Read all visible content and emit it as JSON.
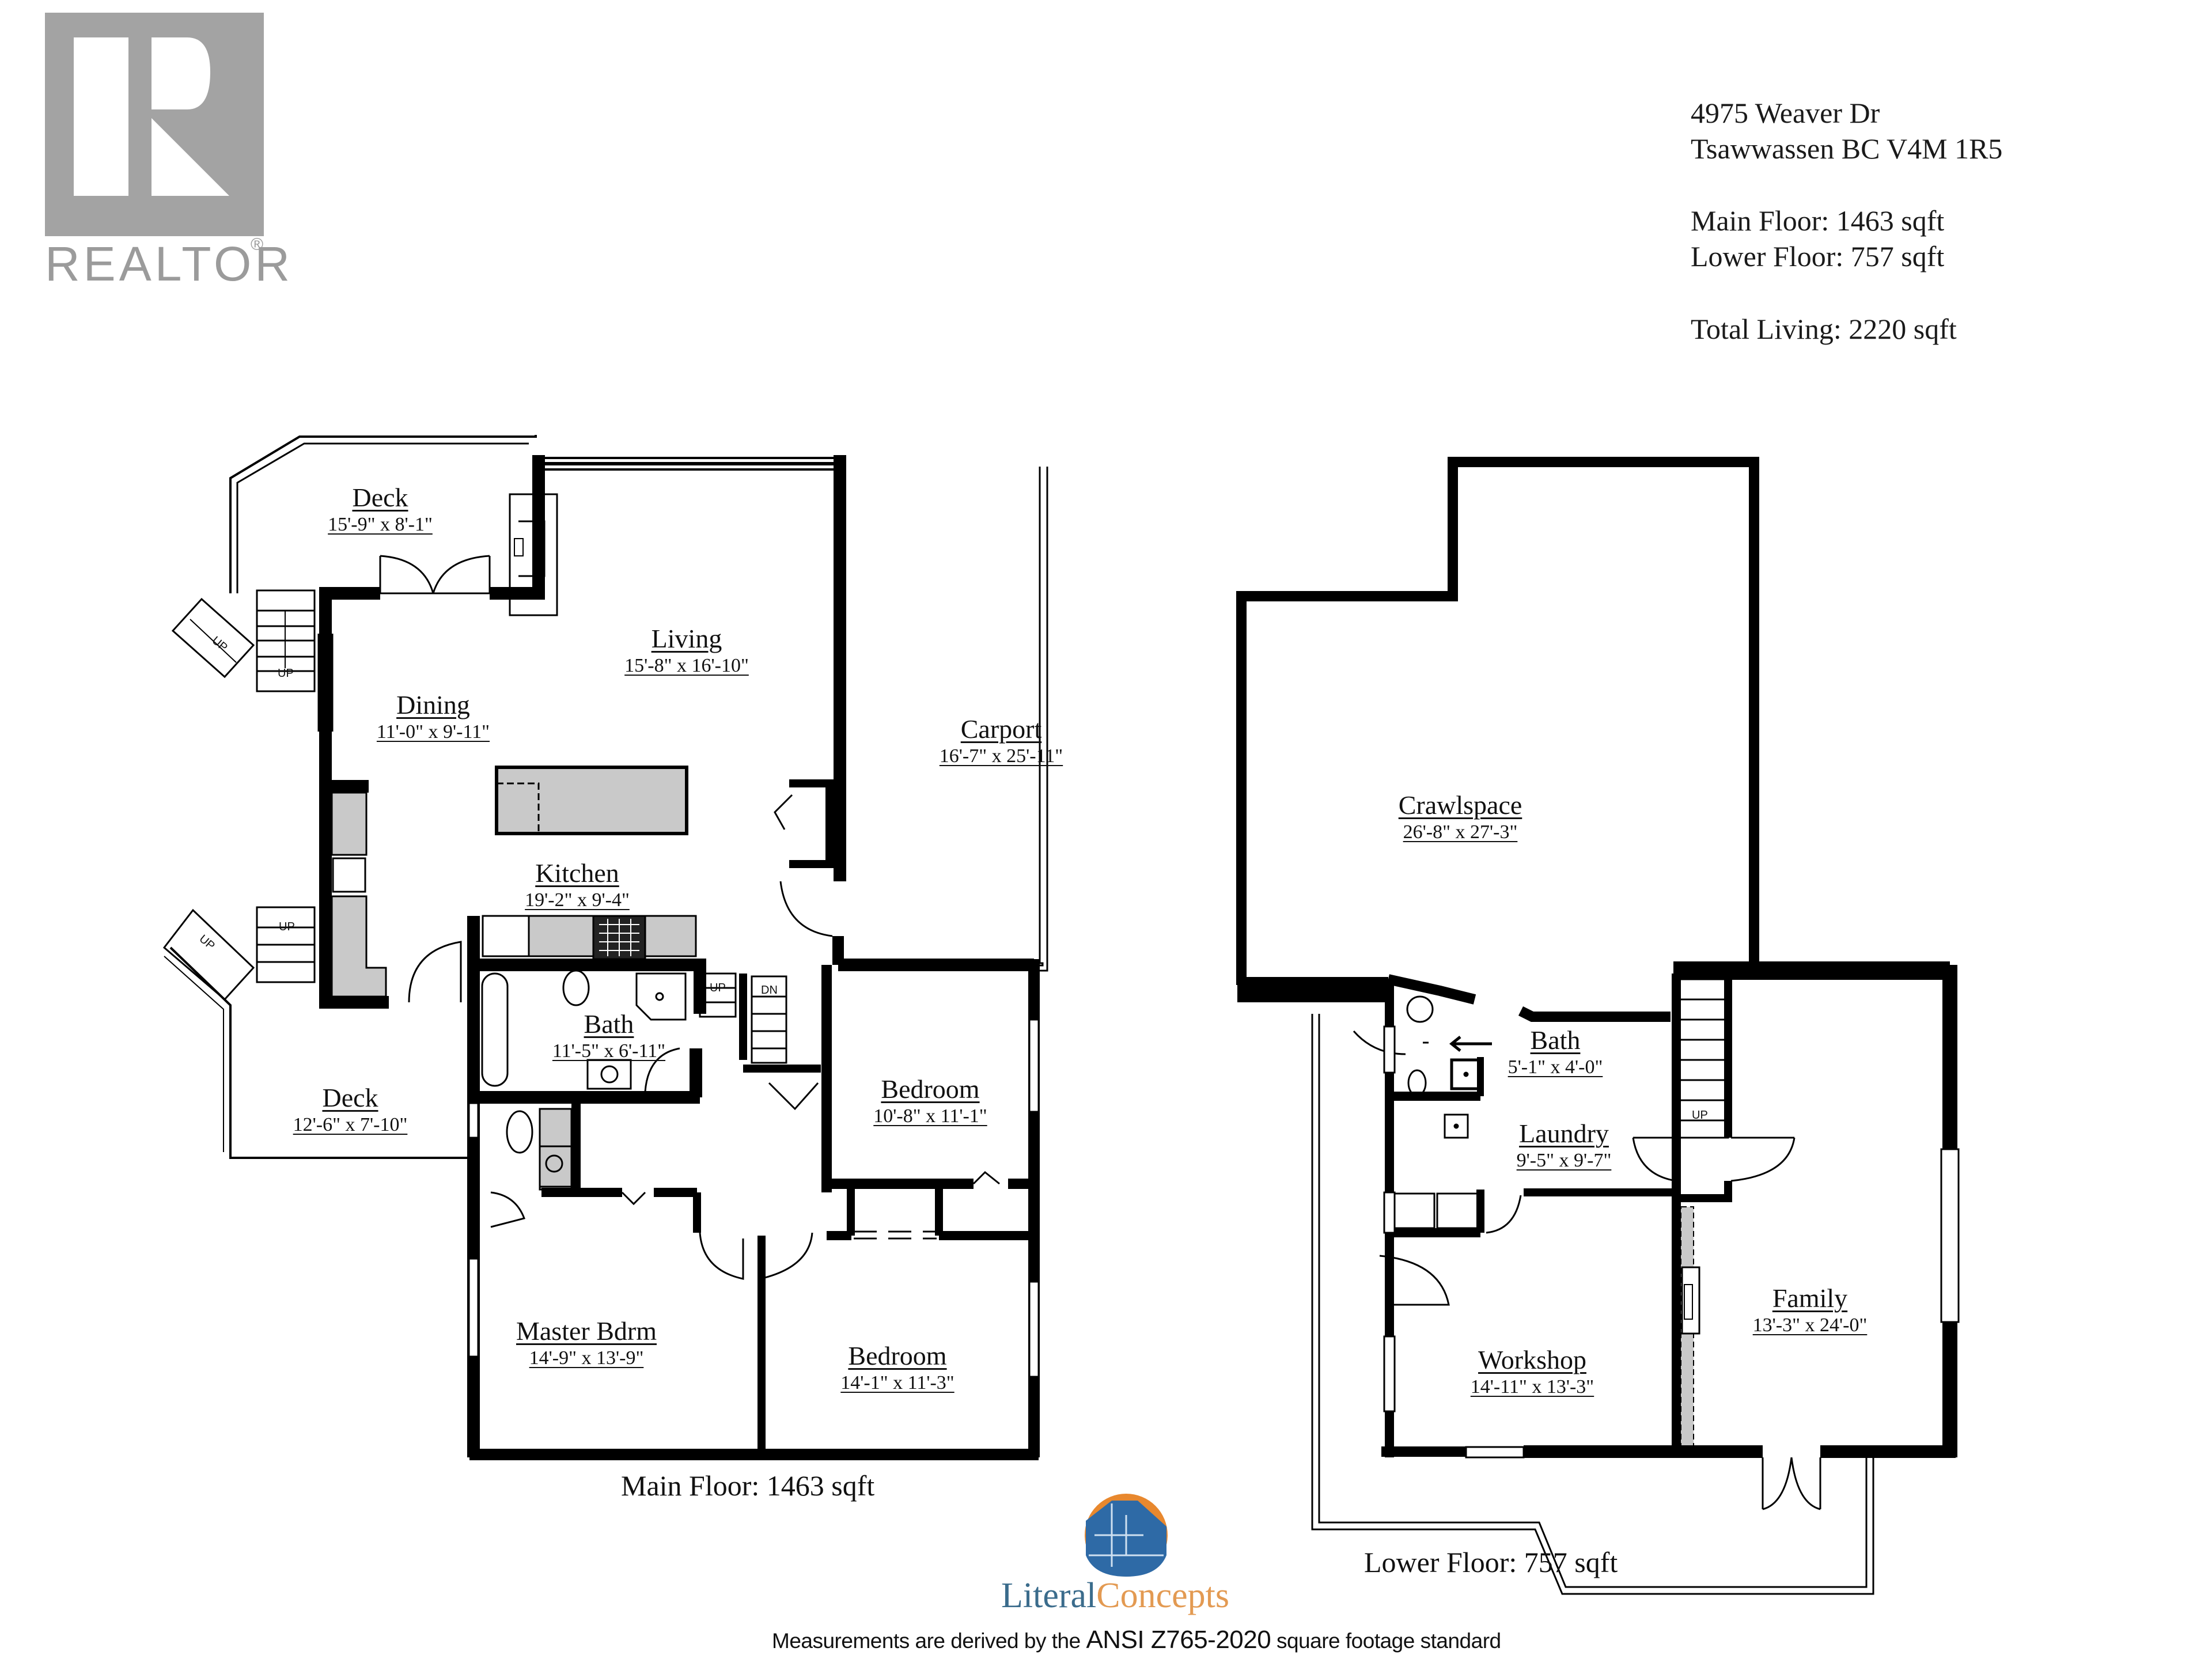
{
  "logo": {
    "brand": "REALTOR",
    "registered_mark": "®",
    "color": "#9b9b9b"
  },
  "property": {
    "address_line1": "4975 Weaver Dr",
    "address_line2": "Tsawwassen BC V4M 1R5",
    "main_floor_area": "Main Floor: 1463 sqft",
    "lower_floor_area": "Lower Floor: 757 sqft",
    "total_living": "Total Living: 2220 sqft"
  },
  "main_floor": {
    "caption": "Main Floor: 1463 sqft",
    "rooms": [
      {
        "name": "Deck",
        "dims": "15'-9\" x 8'-1\""
      },
      {
        "name": "Living",
        "dims": "15'-8\" x 16'-10\""
      },
      {
        "name": "Dining",
        "dims": "11'-0\" x 9'-11\""
      },
      {
        "name": "Carport",
        "dims": "16'-7\" x 25'-11\""
      },
      {
        "name": "Kitchen",
        "dims": "19'-2\" x 9'-4\""
      },
      {
        "name": "Bath",
        "dims": "11'-5\" x 6'-11\""
      },
      {
        "name": "Bedroom",
        "dims": "10'-8\" x 11'-1\""
      },
      {
        "name": "Deck",
        "dims": "12'-6\" x 7'-10\""
      },
      {
        "name": "Master Bdrm",
        "dims": "14'-9\" x 13'-9\""
      },
      {
        "name": "Bedroom",
        "dims": "14'-1\" x 11'-3\""
      }
    ],
    "stair_labels": [
      "UP",
      "UP",
      "UP",
      "UP",
      "UP",
      "DN"
    ]
  },
  "lower_floor": {
    "caption": "Lower Floor: 757 sqft",
    "rooms": [
      {
        "name": "Crawlspace",
        "dims": "26'-8\" x 27'-3\""
      },
      {
        "name": "Bath",
        "dims": "5'-1\" x 4'-0\""
      },
      {
        "name": "Laundry",
        "dims": "9'-5\" x 9'-7\""
      },
      {
        "name": "Family",
        "dims": "13'-3\" x 24'-0\""
      },
      {
        "name": "Workshop",
        "dims": "14'-11\" x 13'-3\""
      }
    ],
    "stair_labels": [
      "UP"
    ]
  },
  "footer": {
    "brand_part1": "Literal",
    "brand_part2": "Concepts",
    "brand_color1": "#3b6c8c",
    "brand_color2": "#e39a52",
    "disclaimer_pre": "Measurements are derived by the ",
    "disclaimer_std": "ANSI Z765-2020",
    "disclaimer_post": " square footage standard"
  }
}
